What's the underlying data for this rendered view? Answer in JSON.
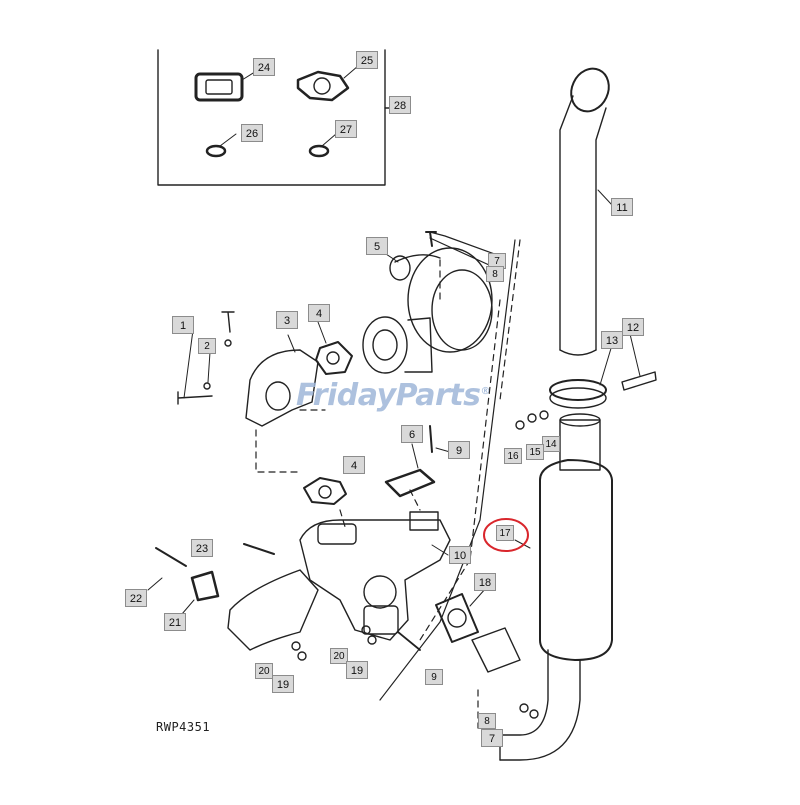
{
  "figure_id": "RWP4351",
  "watermark": {
    "word1": "Friday",
    "word2": "Parts",
    "mark": "®"
  },
  "highlight_color": "#d9262c",
  "line_color": "#222222",
  "callouts": {
    "c1": "1",
    "c2": "2",
    "c3": "3",
    "c4a": "4",
    "c4b": "4",
    "c5": "5",
    "c6": "6",
    "c7a": "7",
    "c7b": "7",
    "c8a": "8",
    "c8b": "8",
    "c9a": "9",
    "c9b": "9",
    "c10": "10",
    "c11": "11",
    "c12": "12",
    "c13": "13",
    "c14": "14",
    "c15": "15",
    "c16": "16",
    "c17": "17",
    "c18": "18",
    "c19a": "19",
    "c19b": "19",
    "c20a": "20",
    "c20b": "20",
    "c21": "21",
    "c22": "22",
    "c23": "23",
    "c24": "24",
    "c25": "25",
    "c26": "26",
    "c27": "27",
    "c28": "28"
  }
}
